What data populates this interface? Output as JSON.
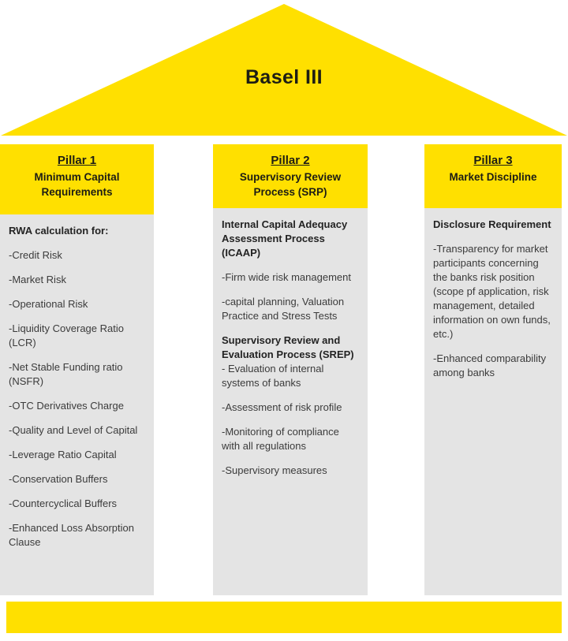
{
  "diagram": {
    "title": "Basel III",
    "colors": {
      "accent_yellow": "#ffe000",
      "panel_grey": "#e4e4e4",
      "heading_text": "#1d1d14",
      "body_text": "#3b3b3b"
    }
  },
  "pillars": [
    {
      "number": "Pillar 1",
      "subtitle": "Minimum Capital Requirements",
      "blocks": [
        {
          "style": "head",
          "text": "RWA calculation for:"
        },
        {
          "style": "plain",
          "text": "-Credit Risk"
        },
        {
          "style": "plain",
          "text": "-Market Risk"
        },
        {
          "style": "plain",
          "text": "-Operational Risk"
        },
        {
          "style": "plain",
          "text": "-Liquidity Coverage Ratio (LCR)"
        },
        {
          "style": "plain",
          "text": "-Net Stable Funding ratio (NSFR)"
        },
        {
          "style": "plain",
          "text": "-OTC Derivatives Charge"
        },
        {
          "style": "plain",
          "text": "-Quality and Level of Capital"
        },
        {
          "style": "plain",
          "text": "-Leverage Ratio Capital"
        },
        {
          "style": "plain",
          "text": "-Conservation Buffers"
        },
        {
          "style": "plain",
          "text": "-Countercyclical Buffers"
        },
        {
          "style": "plain",
          "text": "-Enhanced Loss Absorption Clause"
        }
      ]
    },
    {
      "number": "Pillar 2",
      "subtitle": "Supervisory Review Process (SRP)",
      "blocks": [
        {
          "style": "head",
          "text": "Internal Capital Adequacy Assessment Process (ICAAP)"
        },
        {
          "style": "plain",
          "text": "-Firm wide risk management"
        },
        {
          "style": "plain",
          "text": "-capital planning, Valuation Practice and Stress Tests"
        },
        {
          "style": "mixed",
          "bold": "Supervisory Review and Evaluation Process (SREP)",
          "text": " - Evaluation of internal systems of banks"
        },
        {
          "style": "plain",
          "text": "-Assessment of risk profile"
        },
        {
          "style": "plain",
          "text": "-Monitoring of compliance with all regulations"
        },
        {
          "style": "plain",
          "text": "-Supervisory measures"
        }
      ]
    },
    {
      "number": "Pillar 3",
      "subtitle": "Market Discipline",
      "blocks": [
        {
          "style": "head",
          "text": "Disclosure Requirement"
        },
        {
          "style": "plain",
          "text": "-Transparency for market participants concerning the banks risk position (scope pf application, risk management, detailed information on own funds, etc.)"
        },
        {
          "style": "plain",
          "text": "-Enhanced comparability among banks"
        }
      ]
    }
  ]
}
